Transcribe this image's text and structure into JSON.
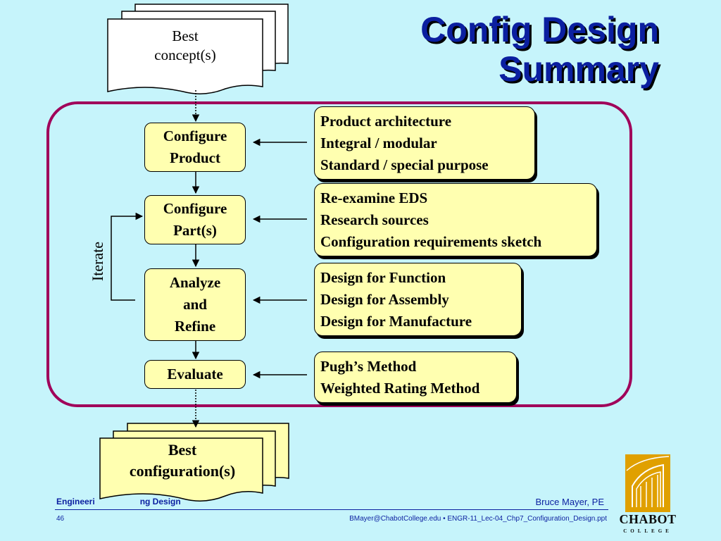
{
  "title": "Config Design\nSummary",
  "input_doc": {
    "line1": "Best",
    "line2": "concept(s)"
  },
  "output_doc": {
    "line1": "Best",
    "line2": "configuration(s)"
  },
  "steps": [
    {
      "line1": "Configure",
      "line2": "Product",
      "line3": ""
    },
    {
      "line1": "Configure",
      "line2": "Part(s)",
      "line3": ""
    },
    {
      "line1": "Analyze",
      "line2": "and",
      "line3": "Refine"
    },
    {
      "line1": "Evaluate",
      "line2": "",
      "line3": ""
    }
  ],
  "info_boxes": [
    {
      "lines": [
        "Product architecture",
        "Integral / modular",
        "Standard / special purpose"
      ]
    },
    {
      "lines": [
        "Re-examine EDS",
        "Research sources",
        "Configuration requirements sketch"
      ]
    },
    {
      "lines": [
        "Design for Function",
        "Design for Assembly",
        "Design for Manufacture"
      ]
    },
    {
      "lines": [
        "Pugh’s Method",
        "Weighted Rating Method"
      ]
    }
  ],
  "iterate_label": "Iterate",
  "footer": {
    "course": "Engineering Design",
    "course_visible_left": "Engineeri",
    "course_visible_right": "ng Design",
    "author": "Bruce Mayer, PE",
    "page_number": "46",
    "file_info": "BMayer@ChabotCollege.edu  •  ENGR-11_Lec-04_Chp7_Configuration_Design.ppt"
  },
  "logo": {
    "name": "CHABOT",
    "sub": "COLLEGE",
    "icon": "chabot-college-building-logo"
  },
  "colors": {
    "background": "#c6f4fb",
    "title": "#0b1fa0",
    "frame": "#a0005a",
    "box_fill": "#ffffb0",
    "logo_gold": "#e0a000"
  }
}
